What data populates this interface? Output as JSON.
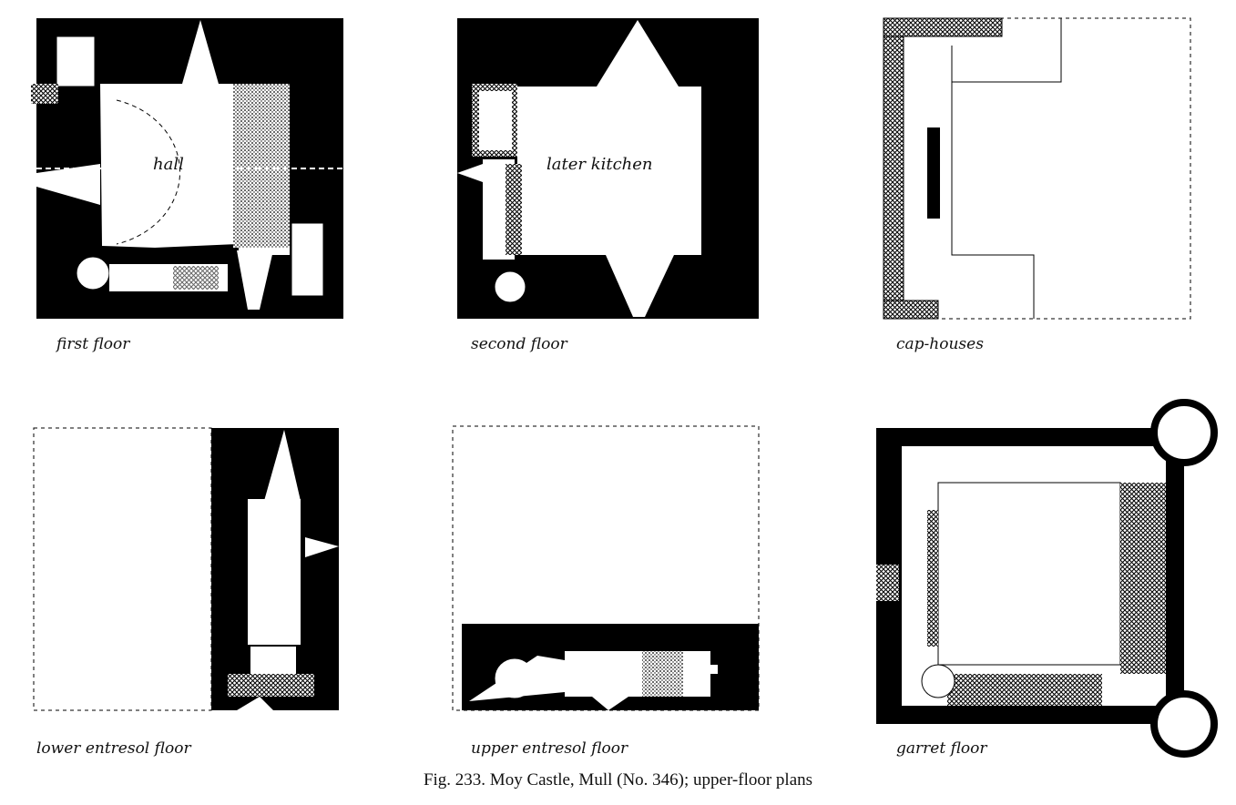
{
  "figure": {
    "caption": "Fig. 233. Moy Castle, Mull (No. 346); upper-floor plans",
    "plans": [
      {
        "label": "first floor",
        "room_label": "hall"
      },
      {
        "label": "second floor",
        "room_label": "later kitchen"
      },
      {
        "label": "cap-houses"
      },
      {
        "label": "lower entresol floor"
      },
      {
        "label": "upper entresol floor"
      },
      {
        "label": "garret floor"
      }
    ]
  }
}
